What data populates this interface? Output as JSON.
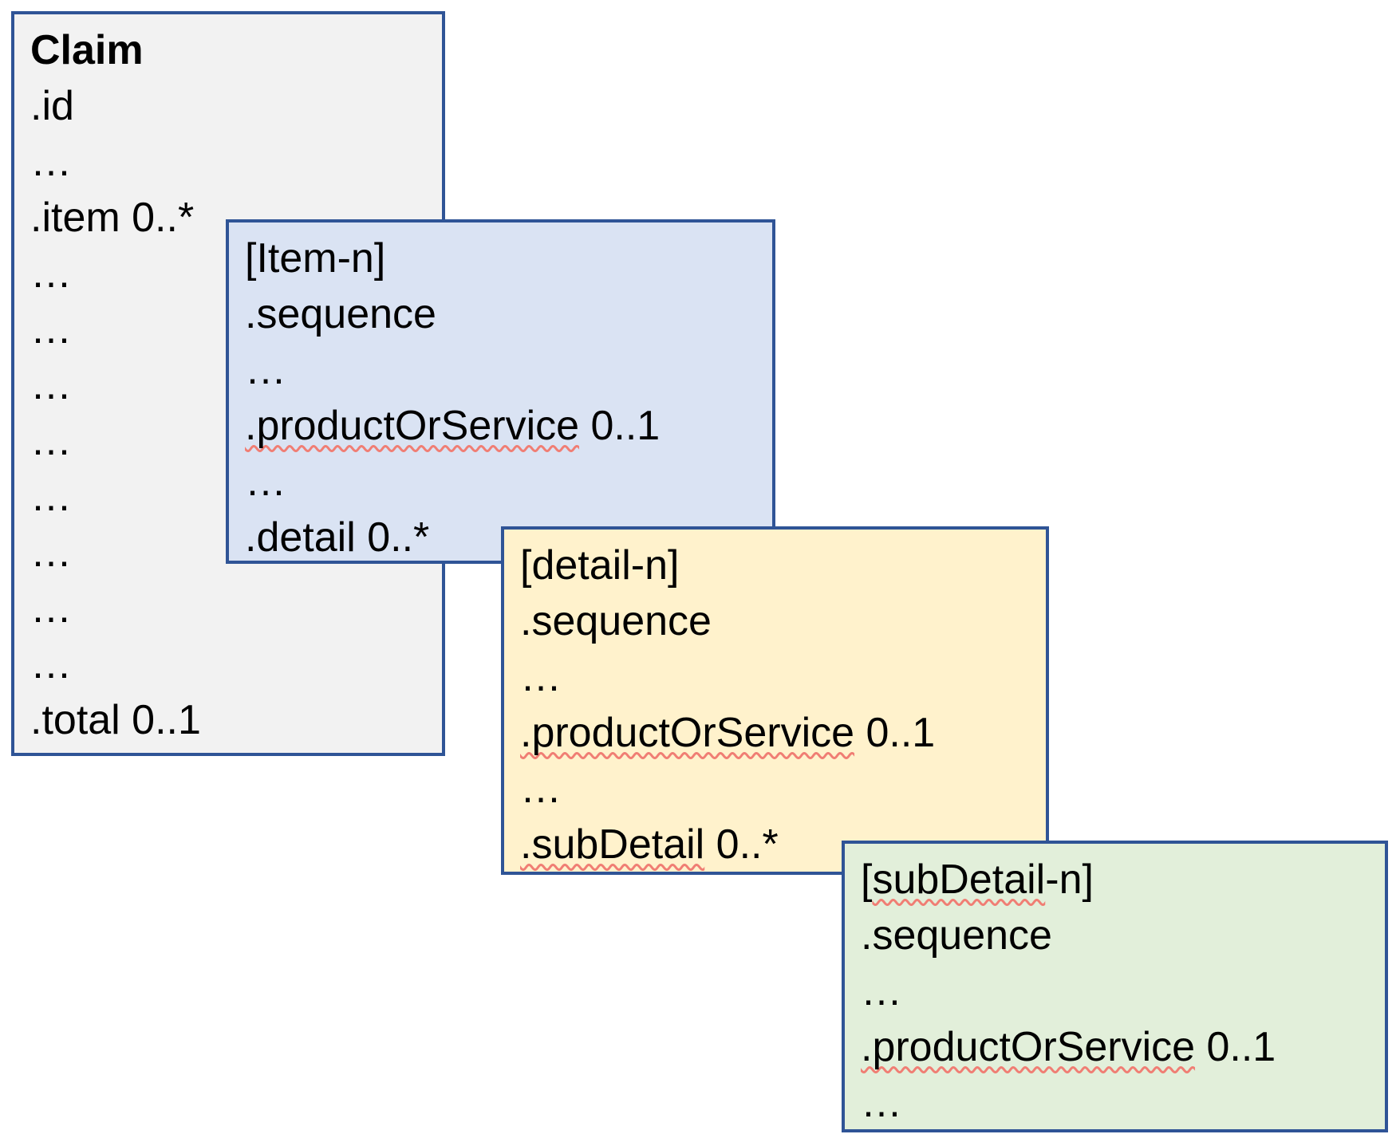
{
  "style": {
    "border_color": "#2F5496",
    "squiggle_color": "#F07E74",
    "text_color": "#000000",
    "page_background": "#FFFFFF"
  },
  "diagram": {
    "boxes": [
      {
        "key": "claim",
        "fill": "#F2F2F2",
        "lines": [
          [
            {
              "t": "Claim",
              "b": true
            }
          ],
          [
            {
              "t": ".id"
            }
          ],
          [
            {
              "t": "…"
            }
          ],
          [
            {
              "t": ".item 0..*"
            }
          ],
          [
            {
              "t": "…"
            }
          ],
          [
            {
              "t": "…"
            }
          ],
          [
            {
              "t": "…"
            }
          ],
          [
            {
              "t": "…"
            }
          ],
          [
            {
              "t": "…"
            }
          ],
          [
            {
              "t": "…"
            }
          ],
          [
            {
              "t": "…"
            }
          ],
          [
            {
              "t": "…"
            }
          ],
          [
            {
              "t": ".total 0..1"
            }
          ]
        ]
      },
      {
        "key": "item",
        "fill": "#DAE3F3",
        "lines": [
          [
            {
              "t": "[Item-n]"
            }
          ],
          [
            {
              "t": ".sequence"
            }
          ],
          [
            {
              "t": "…"
            }
          ],
          [
            {
              "t": ".productOrService",
              "sq": true
            },
            {
              "t": " 0..1"
            }
          ],
          [
            {
              "t": "…"
            }
          ],
          [
            {
              "t": ".detail 0..*"
            }
          ]
        ]
      },
      {
        "key": "detail",
        "fill": "#FFF2CC",
        "lines": [
          [
            {
              "t": "[detail-n]"
            }
          ],
          [
            {
              "t": ".sequence"
            }
          ],
          [
            {
              "t": "…"
            }
          ],
          [
            {
              "t": ".productOrService",
              "sq": true
            },
            {
              "t": " 0..1"
            }
          ],
          [
            {
              "t": "…"
            }
          ],
          [
            {
              "t": ".subDetail",
              "sq": true
            },
            {
              "t": " 0..*"
            }
          ]
        ]
      },
      {
        "key": "subdetail",
        "fill": "#E2EFDA",
        "lines": [
          [
            {
              "t": "["
            },
            {
              "t": "subDetail",
              "sq": true
            },
            {
              "t": "-n]"
            }
          ],
          [
            {
              "t": ".sequence"
            }
          ],
          [
            {
              "t": "…"
            }
          ],
          [
            {
              "t": ".productOrService",
              "sq": true
            },
            {
              "t": " 0..1"
            }
          ],
          [
            {
              "t": "…"
            }
          ]
        ]
      }
    ]
  }
}
